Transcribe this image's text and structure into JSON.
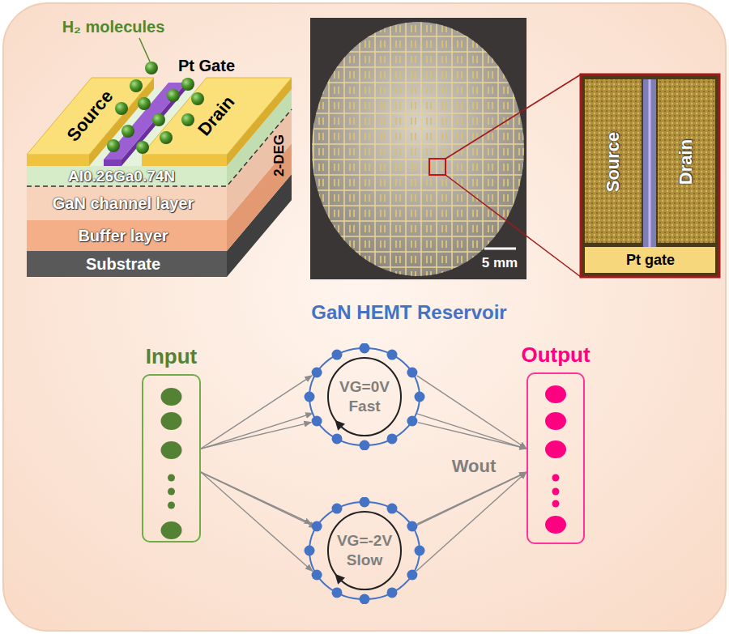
{
  "diagram": {
    "nodes": [
      {
        "text": [
          "Input"
        ]
      },
      {
        "text": [
          "VG=0V Fast"
        ]
      },
      {
        "text": [
          "VG=-2V Slow"
        ]
      },
      {
        "text": [
          "Output"
        ]
      }
    ],
    "edges": [
      {
        "from": 0,
        "to": 1,
        "arrow": "to"
      },
      {
        "from": 0,
        "to": 2,
        "arrow": "to"
      },
      {
        "from": 1,
        "to": 3,
        "arrow": "to"
      },
      {
        "from": 2,
        "to": 3,
        "arrow": "to"
      }
    ],
    "labels": [
      "H₂ molecules",
      "Pt Gate",
      "Source",
      "Drain",
      "2-DEG",
      "Al0.26Ga0.74N",
      "GaN channel layer",
      "Buffer layer",
      "Substrate",
      "5 mm",
      "Source",
      "Drain",
      "Pt gate",
      "GaN HEMT Reservoir",
      "Wout"
    ]
  }
}
